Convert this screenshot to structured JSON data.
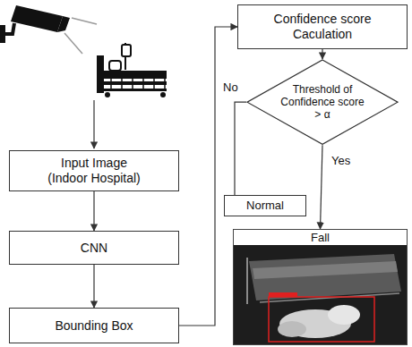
{
  "diagram": {
    "nodes": [
      {
        "text": [
          "Input Image (Indoor Hospital)"
        ]
      },
      {
        "text": [
          "CNN"
        ]
      },
      {
        "text": [
          "Bounding Box"
        ]
      },
      {
        "text": [
          "Confidence score Caculation"
        ]
      },
      {
        "text": [
          "Threshold of Confidence score > α"
        ]
      },
      {
        "text": [
          "Normal"
        ]
      },
      {
        "text": [
          "Fall"
        ]
      }
    ],
    "edges": [
      {
        "from": 0,
        "to": 1,
        "arrow": "to"
      },
      {
        "from": 1,
        "to": 2,
        "arrow": "to"
      },
      {
        "from": 2,
        "to": 3,
        "arrow": "to"
      },
      {
        "from": 3,
        "to": 4,
        "arrow": "to"
      },
      {
        "from": 4,
        "to": 5,
        "label": "No",
        "arrow": "none"
      },
      {
        "from": 4,
        "to": 6,
        "label": "Yes",
        "arrow": "to"
      }
    ]
  }
}
